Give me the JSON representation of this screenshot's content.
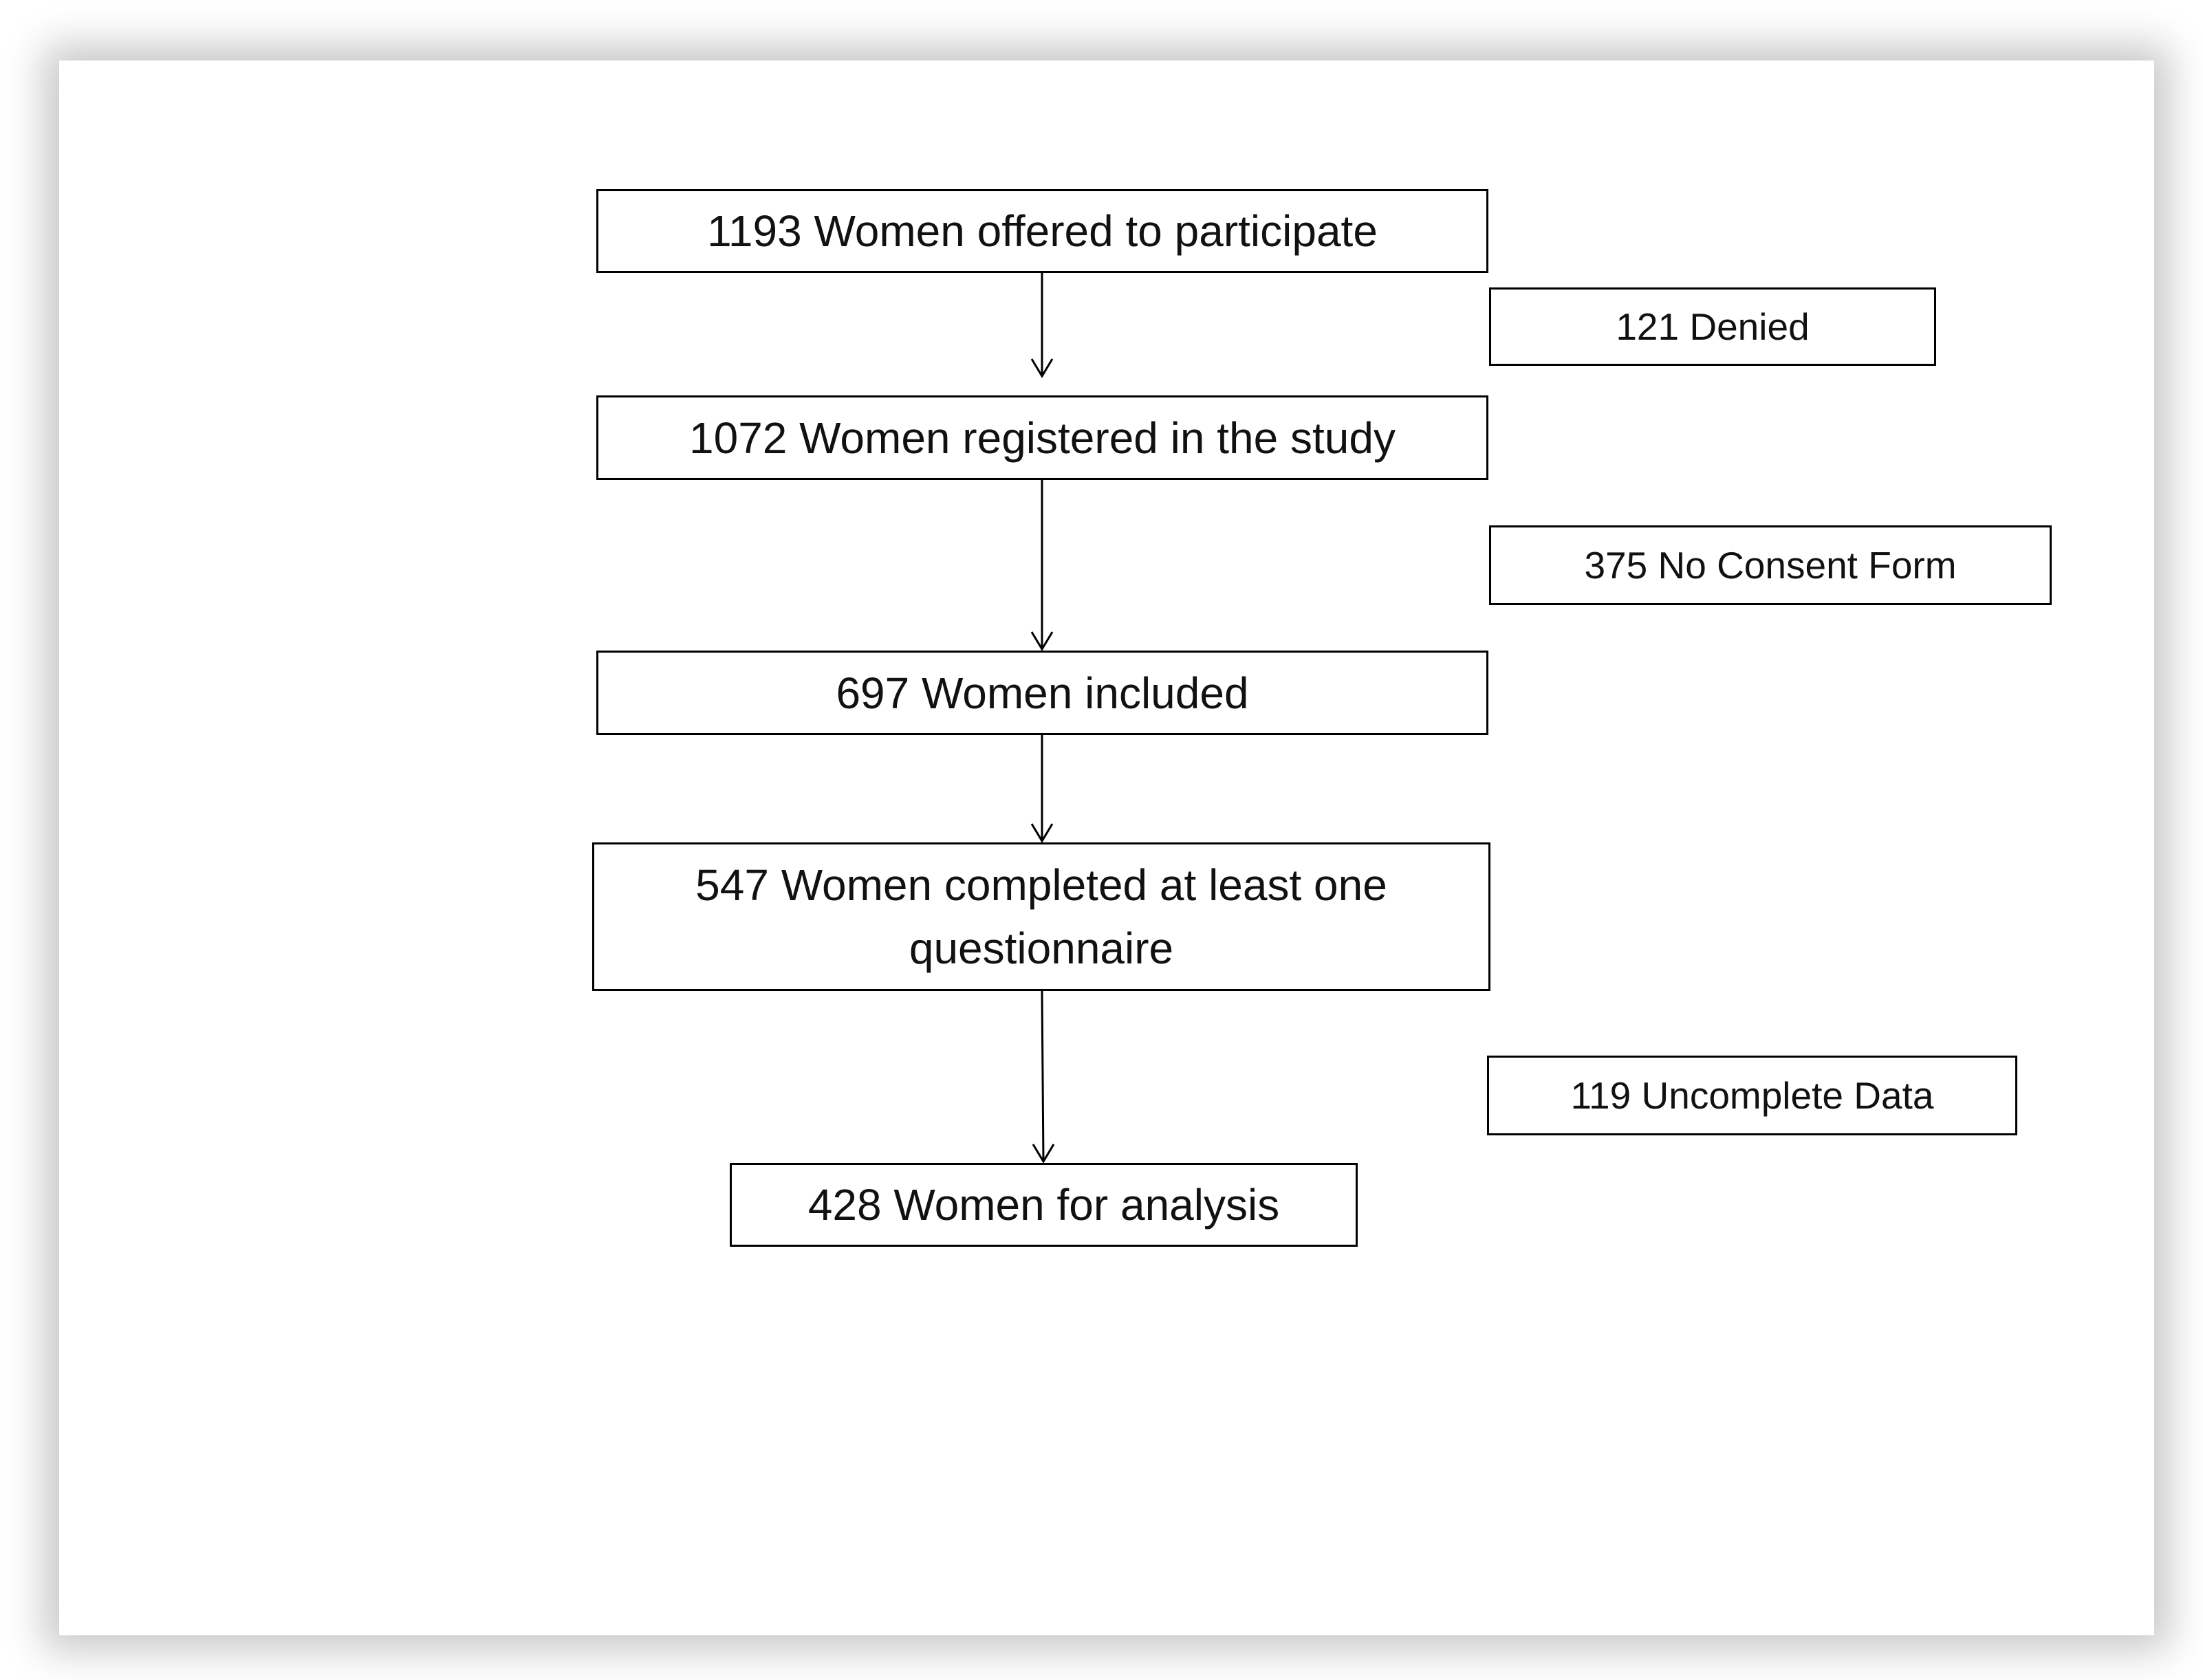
{
  "flowchart": {
    "main_steps": [
      {
        "label": "1193 Women offered to participate"
      },
      {
        "label": "1072 Women registered in the study"
      },
      {
        "label": "697 Women included"
      },
      {
        "label": "547 Women  completed at least one questionnaire"
      },
      {
        "label": "428 Women for analysis"
      }
    ],
    "exclusions": [
      {
        "label": "121 Denied"
      },
      {
        "label": "375 No Consent  Form"
      },
      {
        "label": "119 Uncomplete  Data"
      }
    ]
  },
  "colors": {
    "stroke": "#000000",
    "text": "#111111",
    "background": "#ffffff"
  }
}
